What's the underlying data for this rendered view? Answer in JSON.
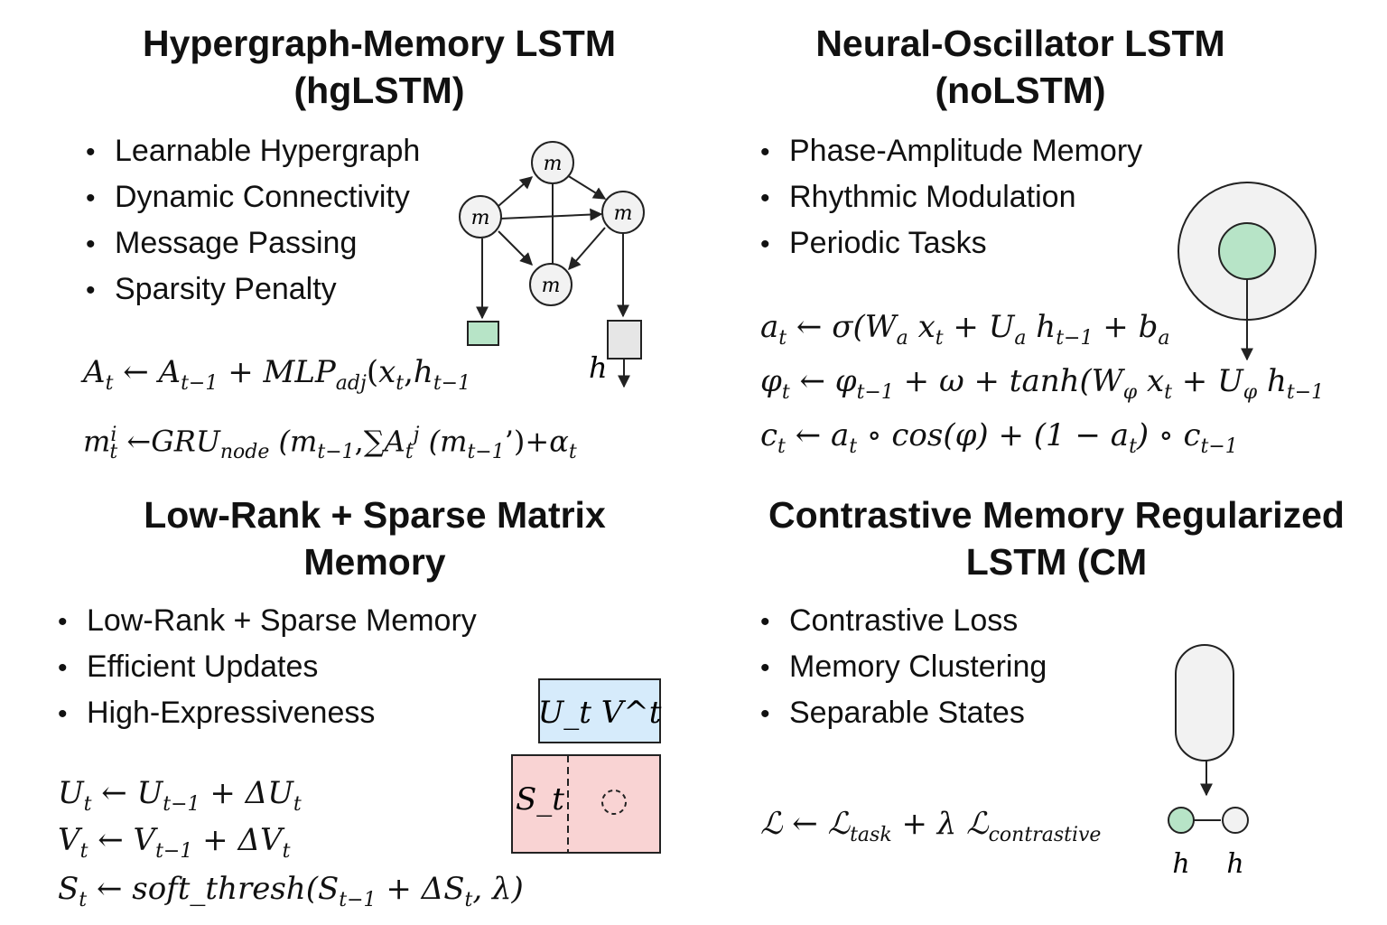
{
  "panels": {
    "hg": {
      "title_line1": "Hypergraph-Memory LSTM",
      "title_line2": "(hgLSTM)",
      "bullets": [
        "Learnable Hypergraph",
        "Dynamic Connectivity",
        "Message Passing",
        "Sparsity Penalty"
      ],
      "node_label": "m",
      "h_label": "h",
      "eq1": {
        "lhs": "A",
        "lhs_sub": "t",
        "arrow": "←",
        "a": "A",
        "a_sub": "t−1",
        "plus": "+",
        "mlp": "MLP",
        "mlp_sub": "adj",
        "open": "(",
        "x": "x",
        "x_sub": "t",
        "comma": ",",
        "h": "h",
        "h_sub": "t−1"
      },
      "eq2": {
        "lhs": "m",
        "lhs_sup": "i",
        "lhs_sub": "t",
        "arrow": "←",
        "gru": "GRU",
        "gru_sub": "node",
        "arg1": "(m",
        "arg1_sub": "t−1",
        "sep": ",",
        "sum": "∑",
        "a": "A",
        "a_sub": "t",
        "a_sup": "j",
        "arg2": "(m",
        "arg2_sub": "t−1",
        "arg2_tail": "’)",
        "plus": "+",
        "alpha": "α",
        "alpha_sub": "t"
      }
    },
    "no": {
      "title_line1": "Neural-Oscillator LSTM",
      "title_line2": "(noLSTM)",
      "bullets": [
        "Phase-Amplitude Memory",
        "Rhythmic Modulation",
        "Periodic Tasks"
      ],
      "eq1": "a_t ← σ(W_a x_t + U_a h_{t−1} + b_a",
      "eq2": "φ_t ← φ_{t−1} + ω + tanh(W_φ x_t + U_φ h_{t−1}",
      "eq3": "c_t ← a_t ∘ cos(φ) + (1 − a_t) ∘ c_{t−1}"
    },
    "lr": {
      "title_line1": "Low-Rank + Sparse Matrix",
      "title_line2": "Memory",
      "bullets": [
        "Low-Rank + Sparse Memory",
        "Efficient Updates",
        "High-Expressiveness"
      ],
      "uv_label": "U_t V^t",
      "s_label": "S_t",
      "eq1": "U_t ← U_{t−1} + ΔU_t",
      "eq2": "V_t ← V_{t−1} + ΔV_t",
      "eq3": "S_t ← soft_thresh(S_{t−1} + ΔS_t, λ)"
    },
    "cm": {
      "title_line1": "Contrastive Memory Regularized",
      "title_line2": "LSTM (CM",
      "bullets": [
        "Contrastive Loss",
        "Memory Clustering",
        "Separable States"
      ],
      "eq1": "ℒ ← ℒ_task + λ ℒ_contrastive",
      "h1": "h",
      "h2": "h"
    }
  },
  "colors": {
    "green": "#b7e4c7",
    "gray": "#e6e6e6",
    "blue": "#d6ebfb",
    "pink": "#f9d3d3",
    "stroke": "#222222",
    "light": "#f2f2f2"
  }
}
